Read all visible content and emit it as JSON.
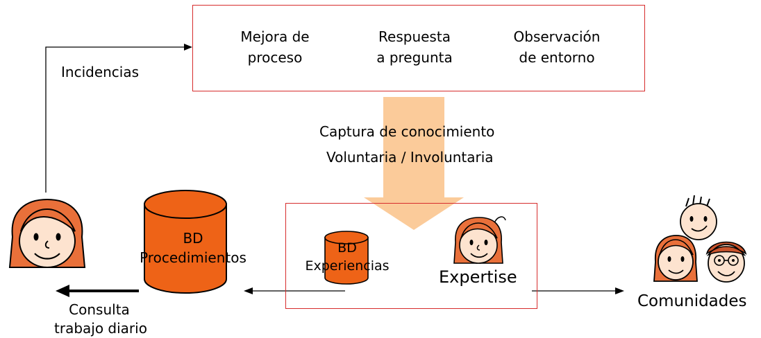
{
  "top_box": {
    "items": [
      [
        "Mejora de",
        "proceso"
      ],
      [
        "Respuesta",
        "a pregunta"
      ],
      [
        "Observación",
        "de entorno"
      ]
    ]
  },
  "incidencias": "Incidencias",
  "capture": {
    "line1": "Captura de conocimiento",
    "line2": "Voluntaria / Involuntaria"
  },
  "bd_procedimientos": {
    "line1": "BD",
    "line2": "Procedimientos"
  },
  "bd_experiencias": {
    "line1": "BD",
    "line2": "Experiencias"
  },
  "expertise": "Expertise",
  "comunidades": "Comunidades",
  "consulta": {
    "line1": "Consulta",
    "line2": "trabajo diario"
  },
  "colors": {
    "box_border": "#d62b2b",
    "capture_arrow": "#fbcb9a",
    "cylinder": "#ee6317",
    "skin": "#fde3cf",
    "hair": "#e9703a"
  }
}
